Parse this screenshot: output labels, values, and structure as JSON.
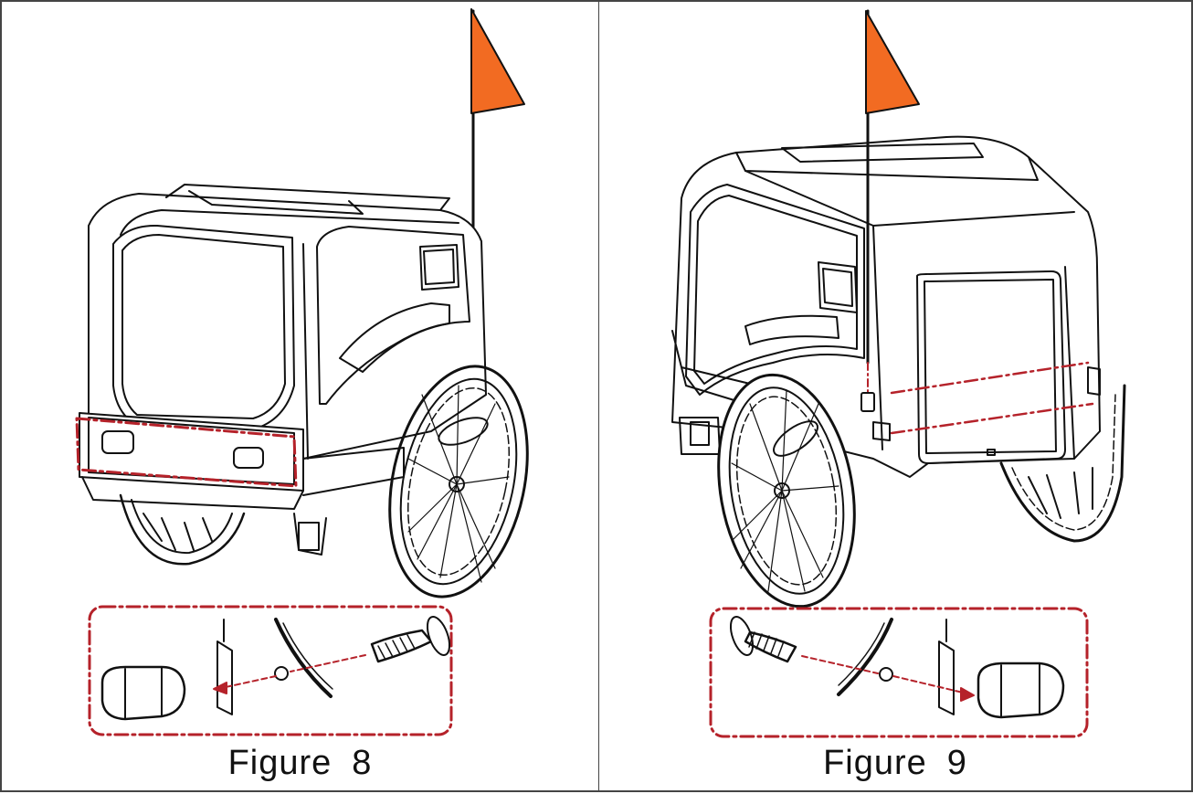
{
  "figures": [
    {
      "label": "Figure",
      "number": "8"
    },
    {
      "label": "Figure",
      "number": "9"
    }
  ],
  "colors": {
    "line": "#111111",
    "flag": "#f26b22",
    "callout": "#b5222a",
    "border": "#444444"
  }
}
